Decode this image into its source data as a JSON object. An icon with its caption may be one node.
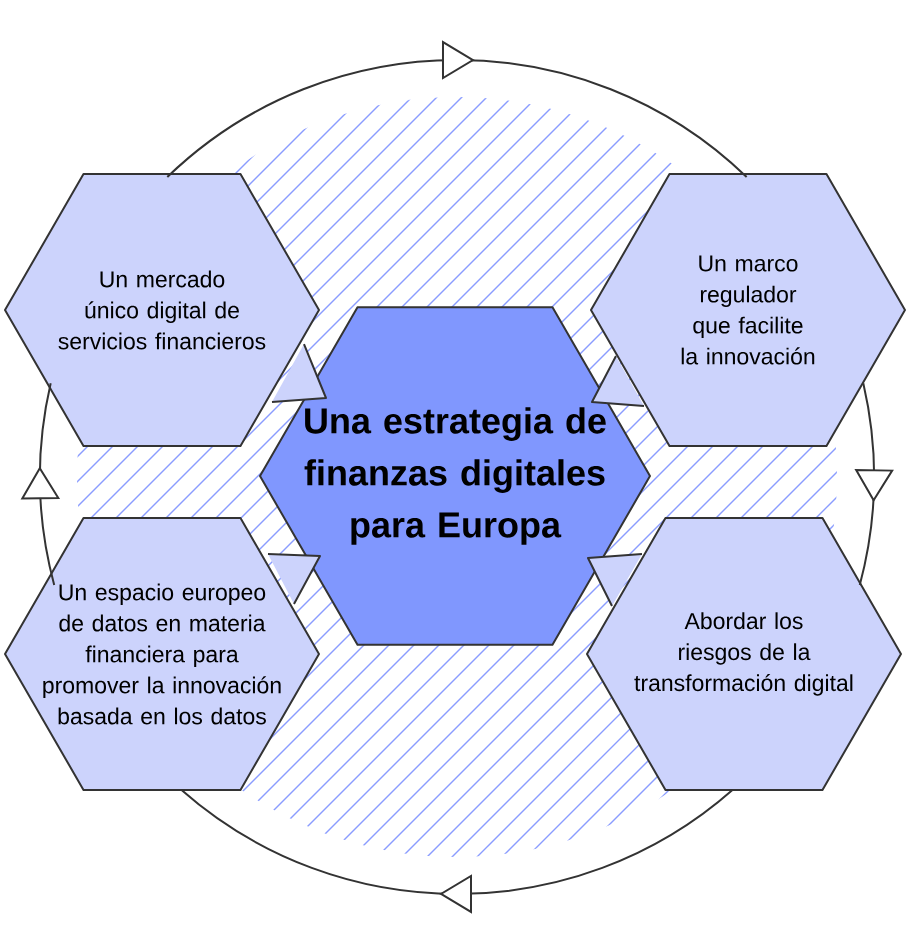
{
  "diagram": {
    "nodes": [
      {
        "text": [
          "Una estrategia de finanzas digitales para Europa"
        ]
      },
      {
        "text": [
          "Un mercado único digital de servicios financieros"
        ]
      },
      {
        "text": [
          "Un marco regulador que facilite la innovación"
        ]
      },
      {
        "text": [
          "Un espacio europeo de datos en materia financiera para promover la innovación basada en los datos"
        ]
      },
      {
        "text": [
          "Abordar los riesgos de la transformación digital"
        ]
      }
    ],
    "edges": [
      {
        "from": 1,
        "to": 2,
        "arrow": "to"
      },
      {
        "from": 2,
        "to": 4,
        "arrow": "to"
      },
      {
        "from": 4,
        "to": 3,
        "arrow": "to"
      },
      {
        "from": 3,
        "to": 1,
        "arrow": "to"
      }
    ]
  }
}
